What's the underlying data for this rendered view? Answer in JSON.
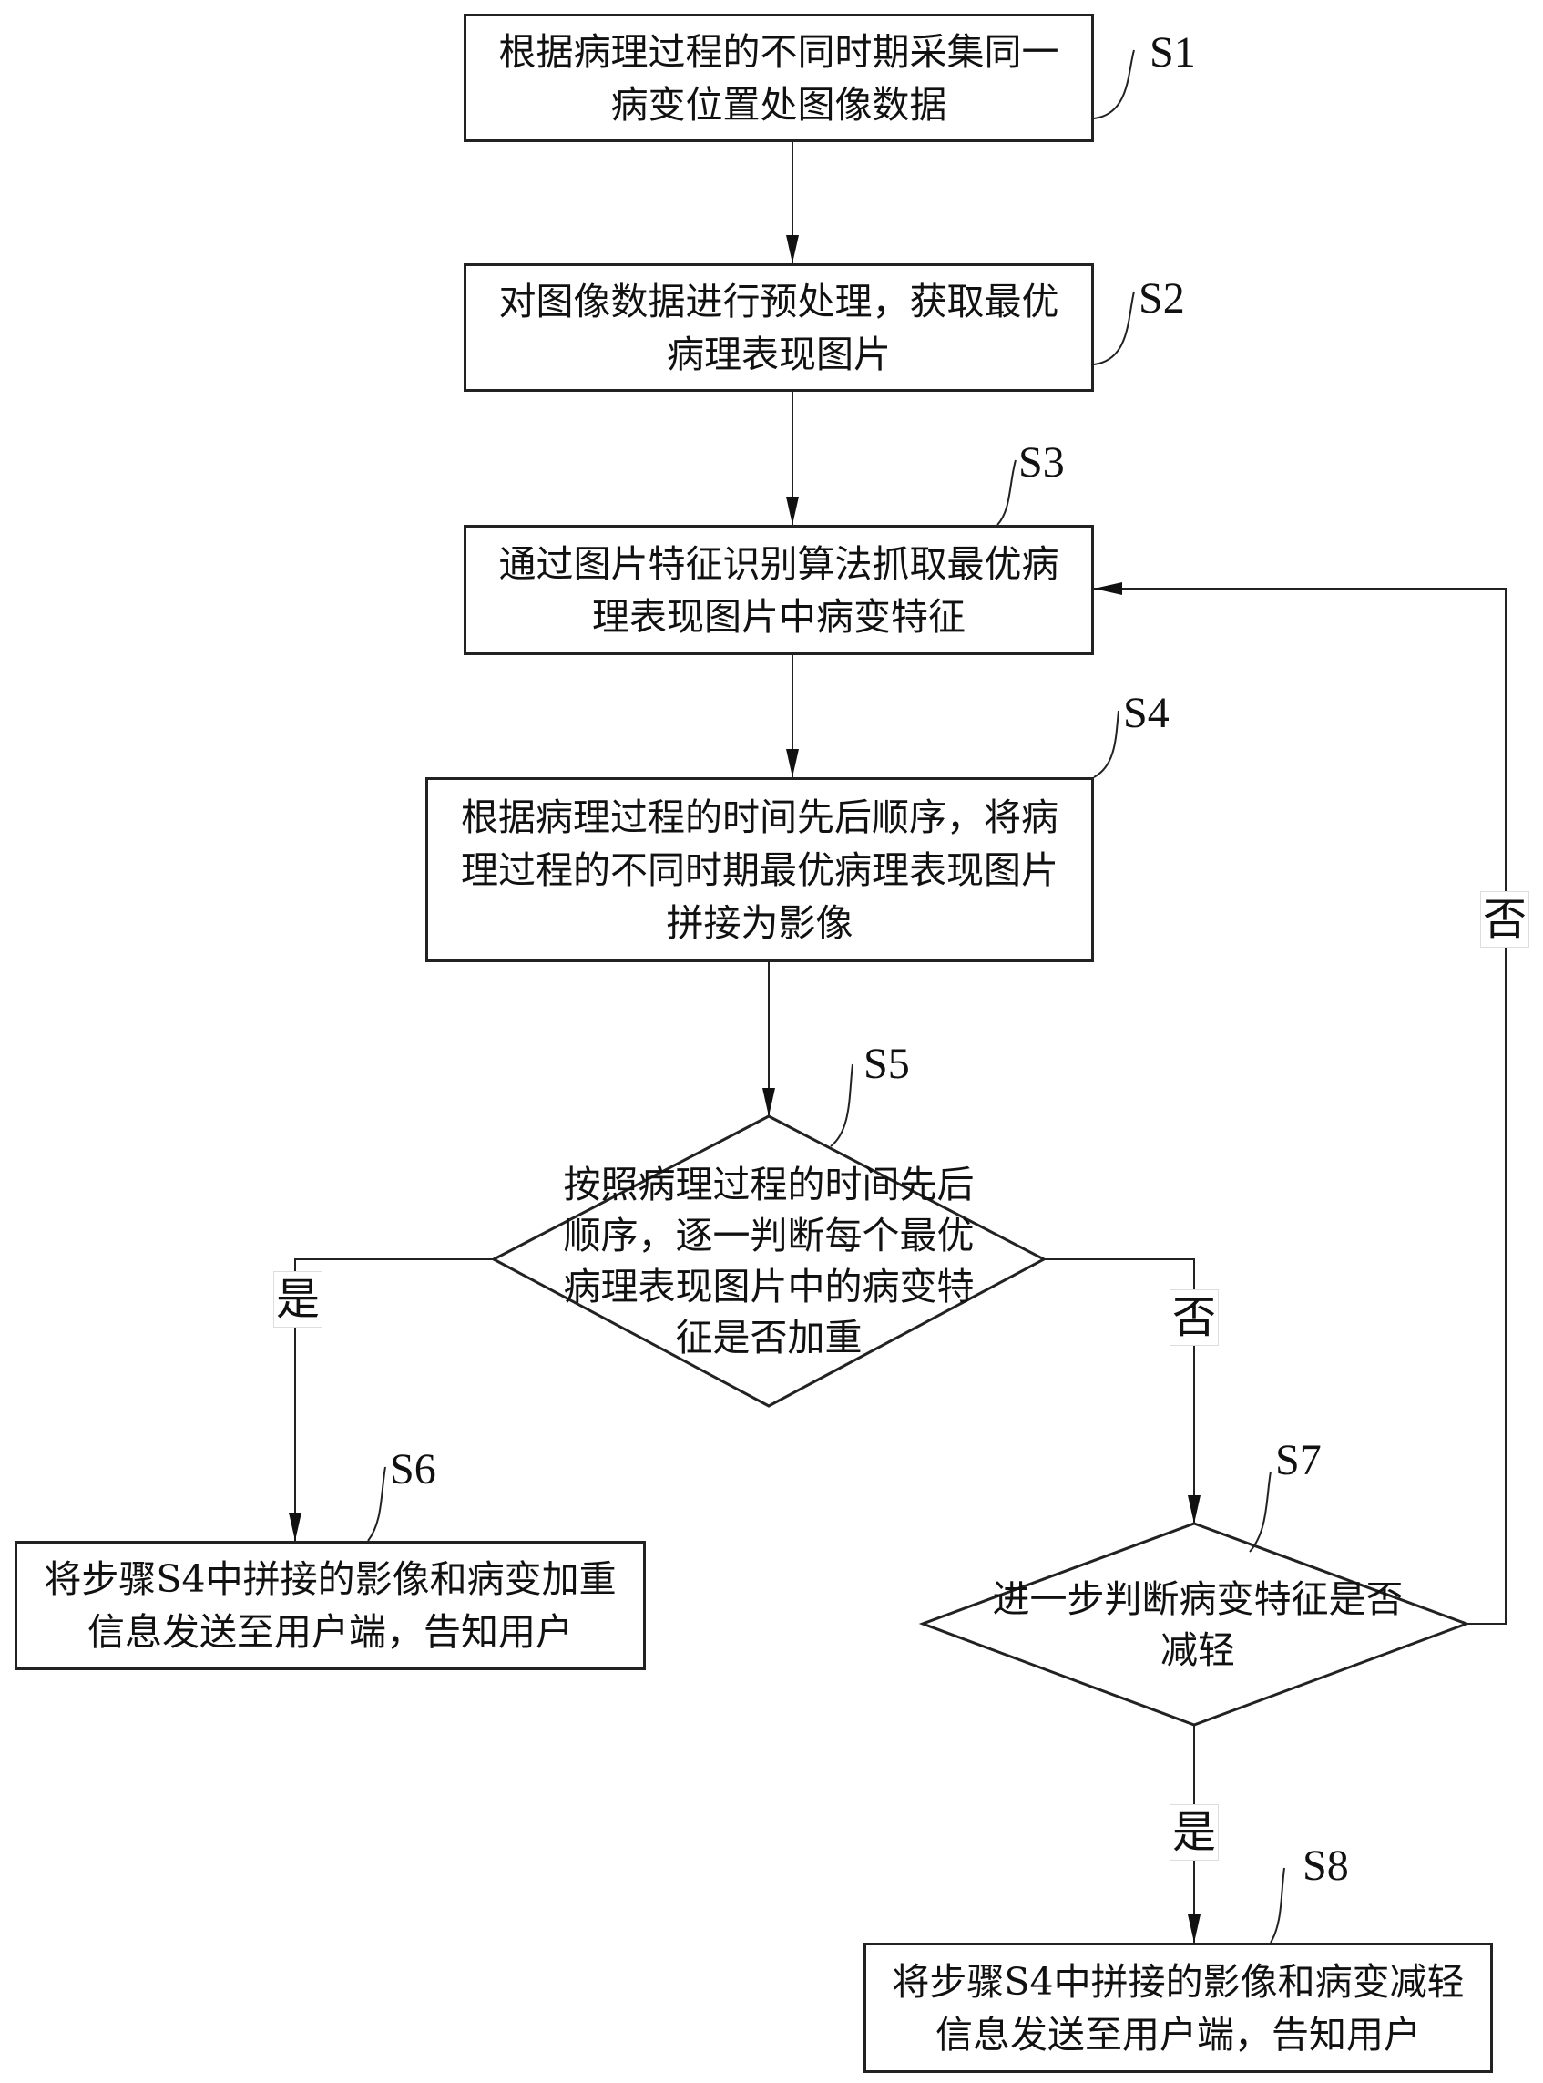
{
  "steps": {
    "s1": {
      "id": "S1",
      "text": "根据病理过程的不同时期采集同一病变位置处图像数据"
    },
    "s2": {
      "id": "S2",
      "text": "对图像数据进行预处理，获取最优病理表现图片"
    },
    "s3": {
      "id": "S3",
      "text": "通过图片特征识别算法抓取最优病理表现图片中病变特征"
    },
    "s4": {
      "id": "S4",
      "text": "根据病理过程的时间先后顺序，将病理过程的不同时期最优病理表现图片拼接为影像"
    },
    "s5": {
      "id": "S5",
      "text": "按照病理过程的时间先后顺序，逐一判断每个最优病理表现图片中的病变特征是否加重"
    },
    "s6": {
      "id": "S6",
      "text": "将步骤S4中拼接的影像和病变加重信息发送至用户端，告知用户"
    },
    "s7": {
      "id": "S7",
      "text": "进一步判断病变特征是否减轻"
    },
    "s8": {
      "id": "S8",
      "text": "将步骤S4中拼接的影像和病变减轻信息发送至用户端，告知用户"
    }
  },
  "edges": {
    "s5_yes": "是",
    "s5_no": "否",
    "s7_yes": "是",
    "s7_no": "否"
  }
}
